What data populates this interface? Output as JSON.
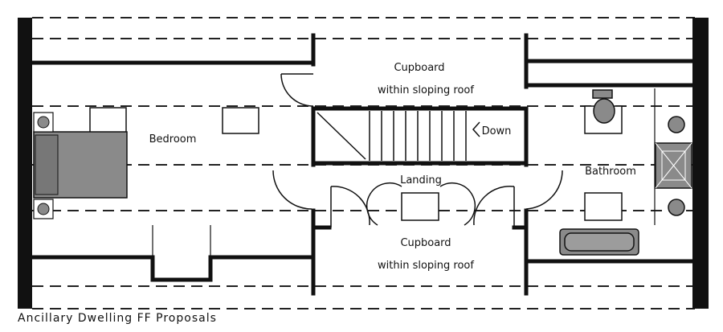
{
  "caption": "Ancillary Dwelling FF Proposals",
  "rooms": {
    "cupboard_top": [
      "Cupboard",
      "within sloping roof"
    ],
    "bedroom": "Bedroom",
    "down": "Down",
    "landing": "Landing",
    "bathroom": "Bathroom",
    "cupboard_bottom": [
      "Cupboard",
      "within sloping roof"
    ]
  },
  "colors": {
    "wall": "#111111",
    "fixture_fill": "#8a8a8a",
    "dash": "#222222"
  }
}
